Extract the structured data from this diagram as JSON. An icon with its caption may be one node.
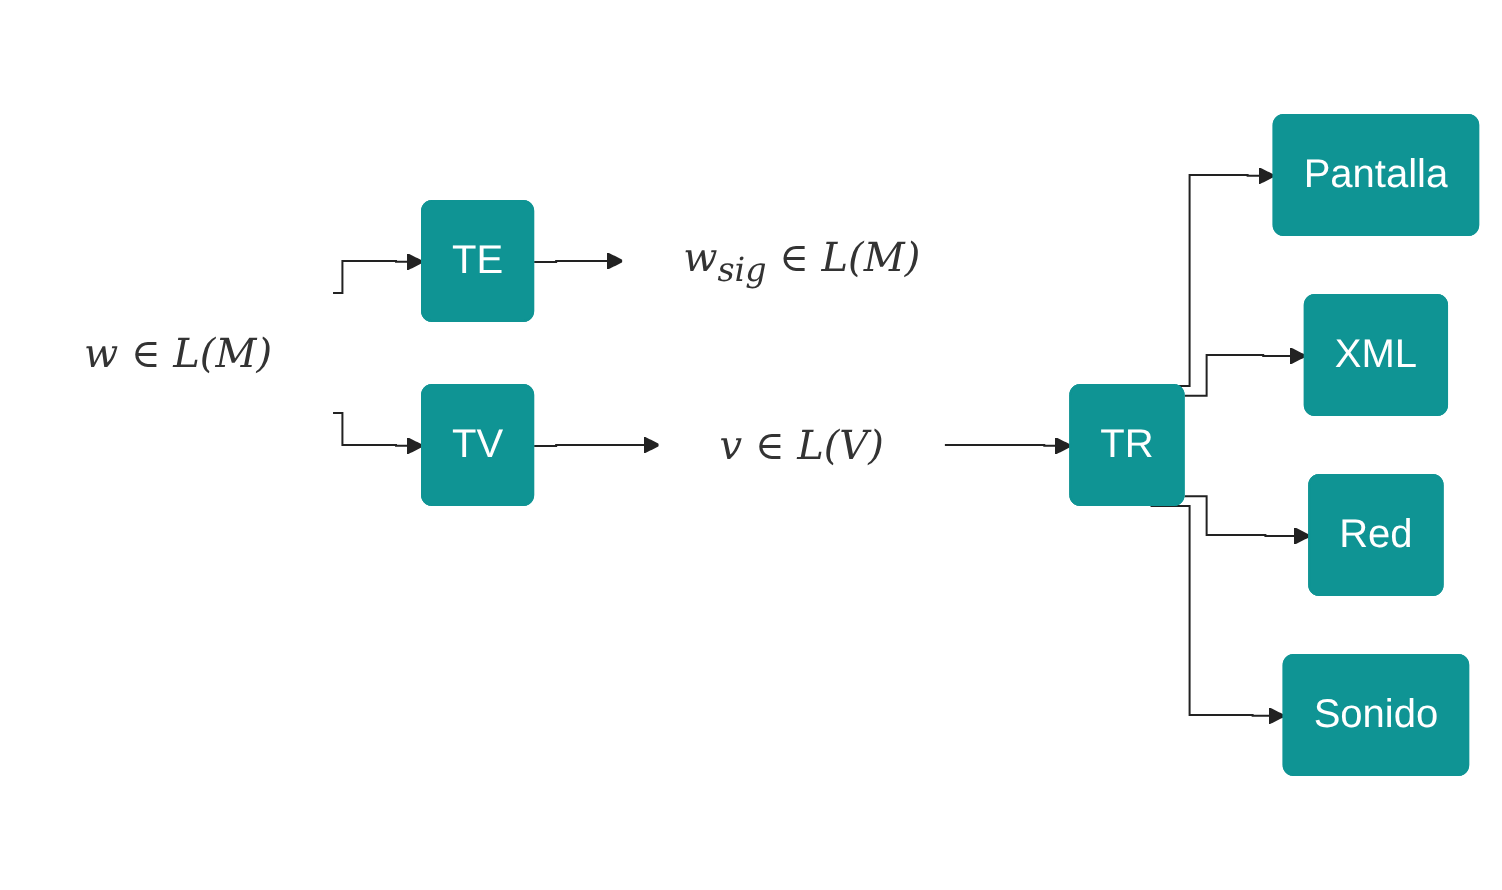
{
  "diagram": {
    "nodes": [
      {
        "text": [
          "w ∈ L(M)"
        ]
      },
      {
        "text": [
          "TE"
        ]
      },
      {
        "text": [
          "w$_{sig}$ ∈ L(M)"
        ]
      },
      {
        "text": [
          "TV"
        ]
      },
      {
        "text": [
          "v ∈ L(V)"
        ]
      },
      {
        "text": [
          "TR"
        ]
      },
      {
        "text": [
          "Pantalla"
        ]
      },
      {
        "text": [
          "XML"
        ]
      },
      {
        "text": [
          "Red"
        ]
      },
      {
        "text": [
          "Sonido"
        ]
      }
    ],
    "edges": [
      {
        "from": 0,
        "to": 1,
        "arrow": "to"
      },
      {
        "from": 1,
        "to": 2,
        "arrow": "to"
      },
      {
        "from": 0,
        "to": 3,
        "arrow": "to"
      },
      {
        "from": 3,
        "to": 4,
        "arrow": "to"
      },
      {
        "from": 4,
        "to": 5,
        "arrow": "to"
      },
      {
        "from": 5,
        "to": 6,
        "arrow": "to"
      },
      {
        "from": 5,
        "to": 7,
        "arrow": "to"
      },
      {
        "from": 5,
        "to": 8,
        "arrow": "to"
      },
      {
        "from": 5,
        "to": 9,
        "arrow": "to"
      }
    ]
  }
}
